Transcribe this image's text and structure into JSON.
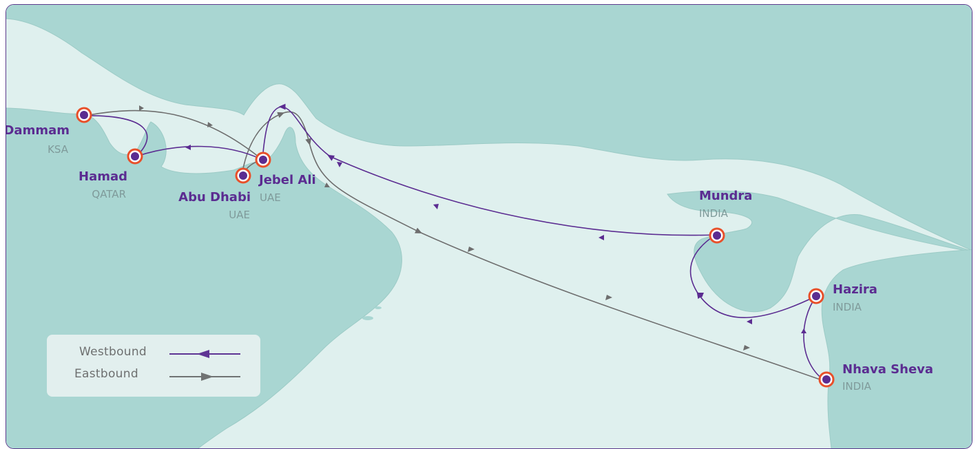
{
  "ports": [
    {
      "name": "Dammam",
      "country": "KSA"
    },
    {
      "name": "Hamad",
      "country": "QATAR"
    },
    {
      "name": "Abu Dhabi",
      "country": "UAE"
    },
    {
      "name": "Jebel Ali",
      "country": "UAE"
    },
    {
      "name": "Mundra",
      "country": "INDIA"
    },
    {
      "name": "Hazira",
      "country": "INDIA"
    },
    {
      "name": "Nhava Sheva",
      "country": "INDIA"
    }
  ],
  "legend": {
    "westbound_label": "Westbound",
    "eastbound_label": "Eastbound"
  },
  "colors": {
    "land": "#a9d6d2",
    "sea": "#dff0ee",
    "westbound": "#5b2c91",
    "eastbound": "#6e6e6e",
    "port_ring": "#e8502a",
    "port_fill": "#5b2c91",
    "border": "#5b3a8c"
  }
}
